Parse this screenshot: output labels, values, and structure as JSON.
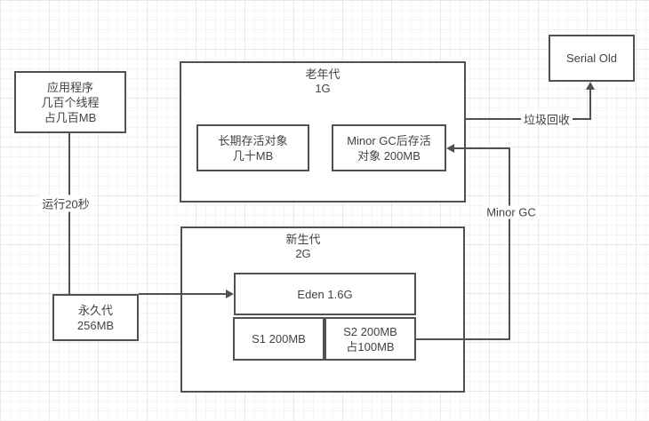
{
  "diagram": {
    "boxes": {
      "app": {
        "lines": [
          "应用程序",
          "几百个线程",
          "占几百MB"
        ]
      },
      "old_gen": {
        "title_lines": [
          "老年代",
          "1G"
        ]
      },
      "long_lived": {
        "lines": [
          "长期存活对象",
          "几十MB"
        ]
      },
      "minor_gc_survivor": {
        "lines": [
          "Minor GC后存活",
          "对象 200MB"
        ]
      },
      "serial_old": {
        "label": "Serial Old"
      },
      "new_gen": {
        "title_lines": [
          "新生代",
          "2G"
        ]
      },
      "eden": {
        "label": "Eden 1.6G"
      },
      "s1": {
        "label": "S1 200MB"
      },
      "s2": {
        "lines": [
          "S2 200MB",
          "占100MB"
        ]
      },
      "perm": {
        "lines": [
          "永久代",
          "256MB"
        ]
      }
    },
    "edge_labels": {
      "run_20s": "运行20秒",
      "garbage_collect": "垃圾回收",
      "minor_gc": "Minor GC"
    },
    "colors": {
      "stroke": "#4e5256",
      "text": "#3f4347",
      "background": "#ffffff",
      "grid_minor": "#f4f4f4",
      "grid_major": "#e8e8e8"
    }
  }
}
